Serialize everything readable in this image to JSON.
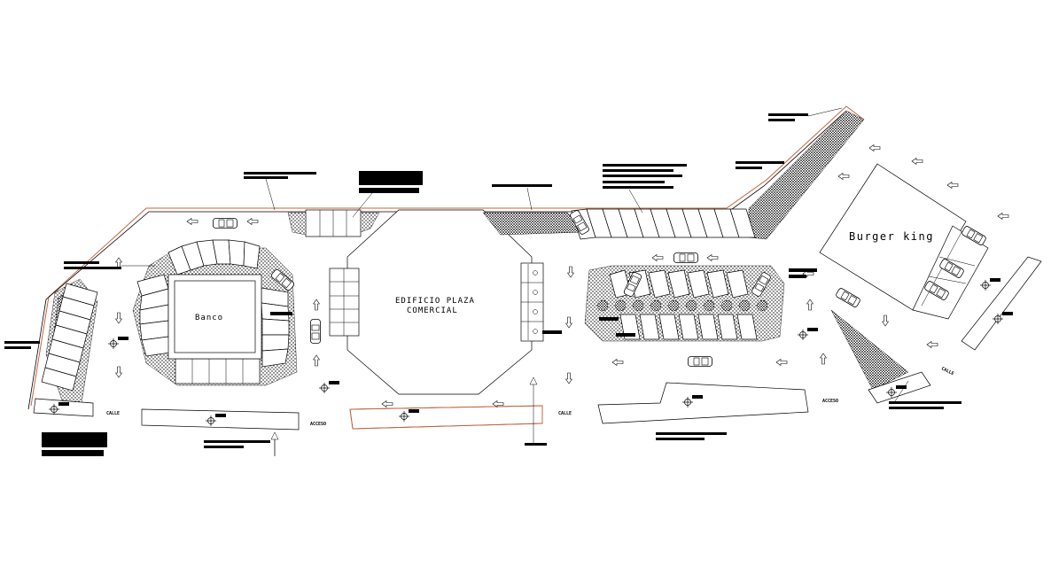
{
  "labels": {
    "banco": "Banco",
    "plaza_line1": "EDIFICIO PLAZA",
    "plaza_line2": "COMERCIAL",
    "burger": "Burger king",
    "acceso_1": "ACCESO",
    "acceso_2": "ACCESO",
    "calle_1": "CALLE",
    "calle_2": "CALLE",
    "calle_3": "CALLE"
  }
}
